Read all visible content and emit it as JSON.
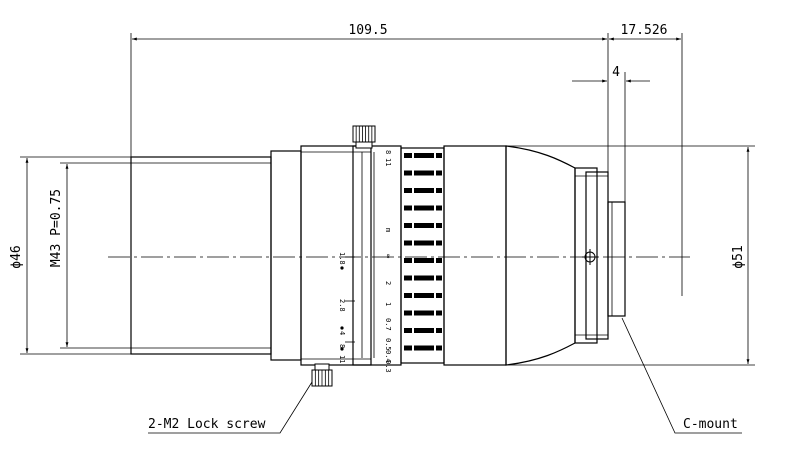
{
  "dimensions": {
    "overall_length": "109.5",
    "back_focus": "17.526",
    "mount_depth": "4",
    "front_diameter": "ϕ46",
    "filter_thread": "M43 P=0.75",
    "body_diameter": "ϕ51"
  },
  "focus_scale": {
    "unit": "m",
    "distances": [
      "∞",
      "2",
      "1",
      "0.7",
      "0.5",
      "0.4",
      "0.3"
    ],
    "iris_marks": [
      "1.8",
      "2.8",
      "4",
      "8",
      "11"
    ],
    "iris_marks_rear": [
      "8",
      "11"
    ]
  },
  "callouts": {
    "lock_screw": "2-M2 Lock screw",
    "mount": "C-mount"
  }
}
